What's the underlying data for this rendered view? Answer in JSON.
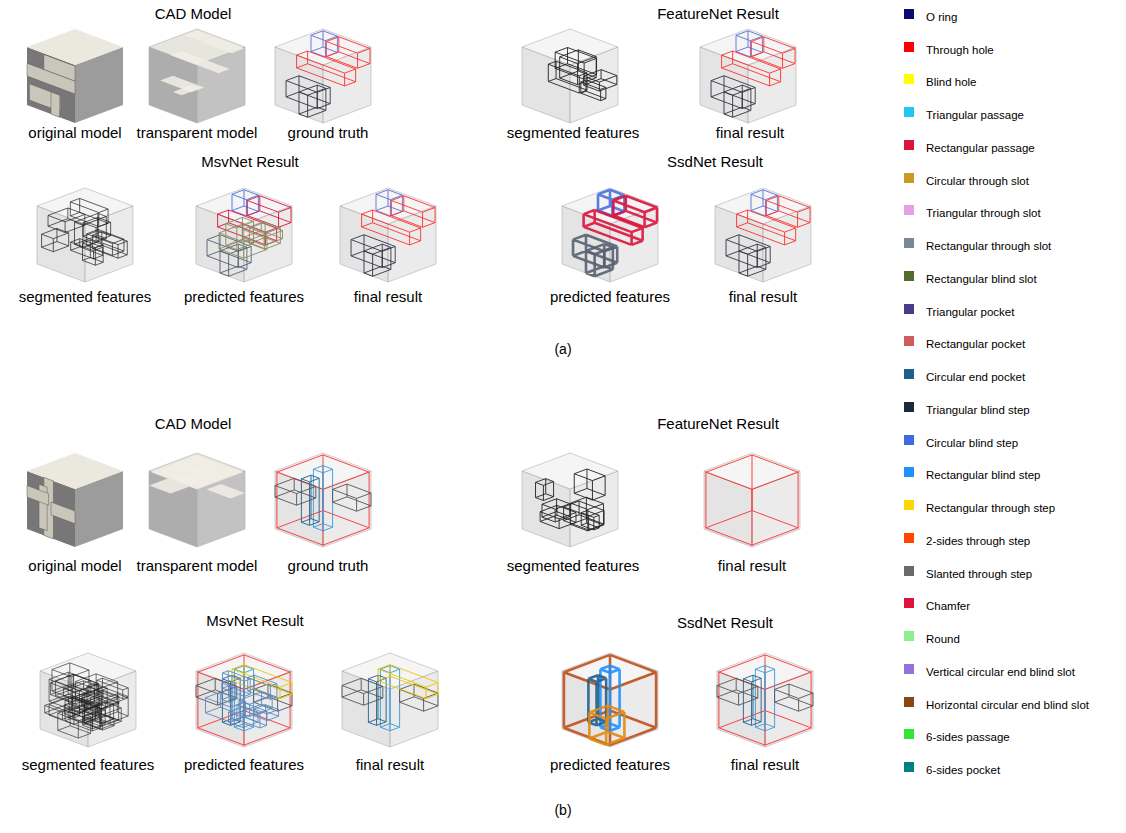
{
  "diagram": {
    "labels": [
      "CAD Model",
      "FeatureNet Result",
      "original model",
      "transparent model",
      "ground truth",
      "segmented features",
      "final result",
      "MsvNet Result",
      "SsdNet Result",
      "segmented features",
      "predicted features",
      "final result",
      "predicted features",
      "final result",
      "(a)",
      "CAD Model",
      "FeatureNet Result",
      "original model",
      "transparent model",
      "ground truth",
      "segmented features",
      "final result",
      "MsvNet Result",
      "SsdNet Result",
      "segmented features",
      "predicted features",
      "final result",
      "predicted features",
      "final result",
      "(b)"
    ],
    "legend": [
      {
        "text": "O ring",
        "color": "#0b0b72"
      },
      {
        "text": "Through hole",
        "color": "#ff0000"
      },
      {
        "text": "Blind hole",
        "color": "#ffff00"
      },
      {
        "text": "Triangular passage",
        "color": "#1ec8f0"
      },
      {
        "text": "Rectangular passage",
        "color": "#dc143c"
      },
      {
        "text": "Circular through slot",
        "color": "#cc9a22"
      },
      {
        "text": "Triangular through slot",
        "color": "#e6a0e6"
      },
      {
        "text": "Rectangular through slot",
        "color": "#778899"
      },
      {
        "text": "Rectangular blind slot",
        "color": "#556b2f"
      },
      {
        "text": "Triangular pocket",
        "color": "#483d8b"
      },
      {
        "text": "Rectangular pocket",
        "color": "#cd5c5c"
      },
      {
        "text": "Circular end pocket",
        "color": "#1f5f8b"
      },
      {
        "text": "Triangular blind step",
        "color": "#1c2a3a"
      },
      {
        "text": "Circular blind step",
        "color": "#4169e1"
      },
      {
        "text": "Rectangular blind step",
        "color": "#1e90ff"
      },
      {
        "text": "Rectangular through step",
        "color": "#ffd700"
      },
      {
        "text": "2-sides through step",
        "color": "#ff4500"
      },
      {
        "text": "Slanted through step",
        "color": "#696969"
      },
      {
        "text": "Chamfer",
        "color": "#dc143c"
      },
      {
        "text": "Round",
        "color": "#90ee90"
      },
      {
        "text": "Vertical circular end blind slot",
        "color": "#9370db"
      },
      {
        "text": "Horizontal circular end blind slot",
        "color": "#8b4513"
      },
      {
        "text": "6-sides passage",
        "color": "#32e632"
      },
      {
        "text": "6-sides pocket",
        "color": "#008080"
      }
    ]
  }
}
